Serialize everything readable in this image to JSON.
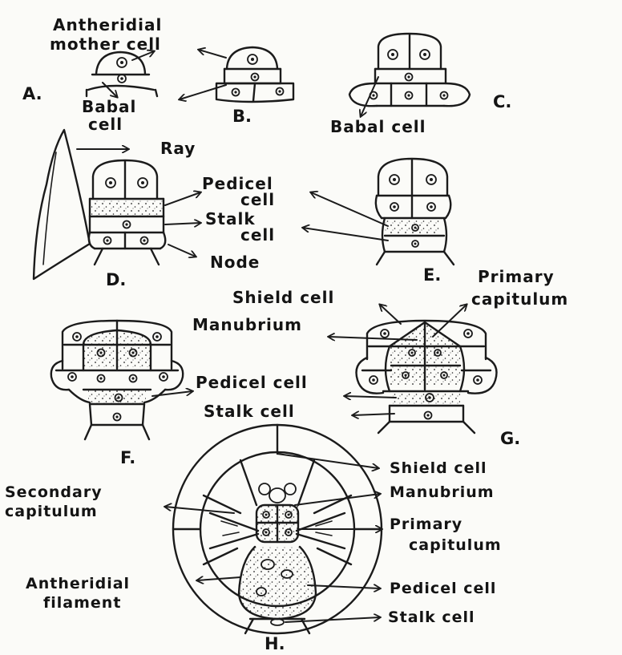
{
  "figures": {
    "A": {
      "tag": "A.",
      "labels": {
        "antheridial_mother_cell_1": "Antheridial",
        "antheridial_mother_cell_2": "mother cell",
        "basal_cell_1": "Babal",
        "basal_cell_2": "cell"
      }
    },
    "B": {
      "tag": "B."
    },
    "C": {
      "tag": "C.",
      "labels": {
        "basal_cell": "Babal cell"
      }
    },
    "D": {
      "tag": "D.",
      "labels": {
        "ray": "Ray",
        "pedicel_cell_1": "Pedicel",
        "pedicel_cell_2": "cell",
        "stalk_cell_1": "Stalk",
        "stalk_cell_2": "cell",
        "node": "Node"
      }
    },
    "E": {
      "tag": "E."
    },
    "F": {
      "tag": "F."
    },
    "G": {
      "tag": "G.",
      "labels": {
        "shield_cell": "Shield cell",
        "primary_capitulum_1": "Primary",
        "primary_capitulum_2": "capitulum",
        "manubrium": "Manubrium",
        "pedicel_cell": "Pedicel cell",
        "stalk_cell": "Stalk cell"
      }
    },
    "H": {
      "tag": "H.",
      "labels": {
        "shield_cell": "Shield cell",
        "secondary_capitulum_1": "Secondary",
        "secondary_capitulum_2": "capitulum",
        "manubrium": "Manubrium",
        "primary_capitulum_1": "Primary",
        "primary_capitulum_2": "capitulum",
        "antheridial_filament_1": "Antheridial",
        "antheridial_filament_2": "filament",
        "pedicel_cell": "Pedicel cell",
        "stalk_cell": "Stalk cell"
      }
    }
  }
}
